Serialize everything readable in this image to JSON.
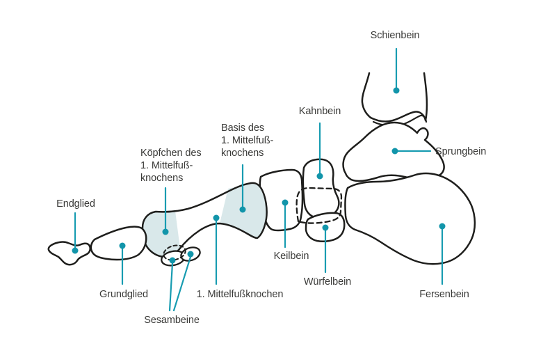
{
  "diagram": {
    "colors": {
      "accent_teal": "#189cb1",
      "bone_outline": "#1e1e1c",
      "highlight_fill": "#d9e8ea",
      "background": "#ffffff",
      "label_text": "#3a3a38"
    },
    "labels": {
      "schienbein": "Schienbein",
      "kahnbein": "Kahnbein",
      "sprungbein": "Sprungbein",
      "basis_line1": "Basis des",
      "basis_line2": "1. Mittelfuß-",
      "basis_line3": "knochens",
      "koepfchen_line1": "Köpfchen des",
      "koepfchen_line2": "1. Mittelfuß-",
      "koepfchen_line3": "knochens",
      "endglied": "Endglied",
      "grundglied": "Grundglied",
      "sesambeine": "Sesambeine",
      "mittelfussknochen": "1. Mittelfußknochen",
      "keilbein": "Keilbein",
      "wuerfelbein": "Würfelbein",
      "fersenbein": "Fersenbein"
    }
  }
}
